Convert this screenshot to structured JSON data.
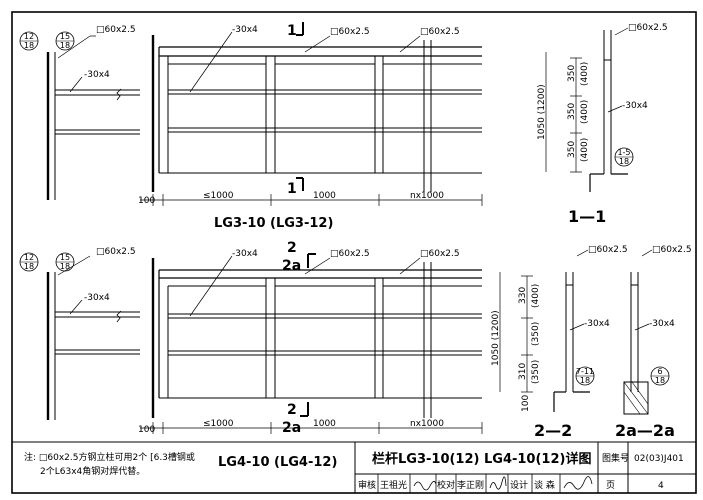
{
  "labels": {
    "sec_60x25": "□60x2.5",
    "sec_30x4": "-30x4",
    "ref_a_top": "12",
    "ref_a_bot": "18",
    "ref_b_top": "15",
    "ref_b_bot": "18",
    "ref_c_top": "1-5",
    "ref_c_bot": "18",
    "ref_d_top": "7-11",
    "ref_d_bot": "18",
    "ref_e_top": "6",
    "ref_e_bot": "18",
    "cut_1": "1",
    "cut_2": "2",
    "cut_2a": "2a"
  },
  "dims": {
    "d100": "100",
    "le1000": "≤1000",
    "d1000": "1000",
    "nx1000": "nx1000",
    "h1050": "1050 (1200)",
    "d350": "350",
    "d400p": "(400)",
    "d330": "330",
    "d350p": "(350)",
    "d310": "310"
  },
  "titles": {
    "lg3": "LG3-10 (LG3-12)",
    "lg4": "LG4-10 (LG4-12)",
    "sec_1_1": "1—1",
    "sec_2_2": "2—2",
    "sec_2a_2a": "2a—2a"
  },
  "note": {
    "line1": "注: □60x2.5方钢立柱可用2个 [6.3槽钢或",
    "line2": "2个L63x4角钢对焊代替。"
  },
  "titleblock": {
    "drawing_title": "栏杆LG3-10(12) LG4-10(12)详图",
    "atlas_label": "图集号",
    "atlas_no": "02(03)J401",
    "review_label": "审核",
    "reviewer": "王祖光",
    "check_label": "校对",
    "checker": "李正刚",
    "design_label": "设计",
    "designer": "谈 森",
    "page_label": "页",
    "page_no": "4"
  }
}
